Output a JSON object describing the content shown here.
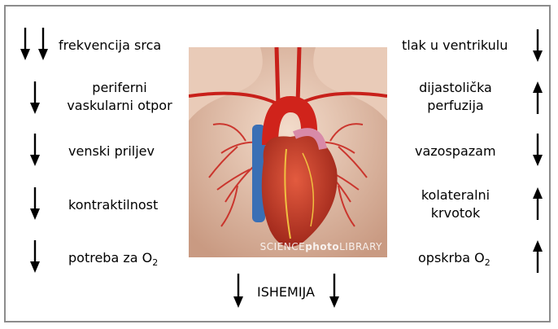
{
  "left": {
    "rows": [
      {
        "label": "frekvencija srca",
        "arrows": [
          "down",
          "down"
        ]
      },
      {
        "label_line1": "periferni",
        "label_line2": "vaskularni otpor",
        "arrows": [
          "down"
        ]
      },
      {
        "label": "venski priljev",
        "arrows": [
          "down"
        ]
      },
      {
        "label": "kontraktilnost",
        "arrows": [
          "down"
        ]
      },
      {
        "label_pre": "potreba za O",
        "label_sub": "2",
        "arrows": [
          "down"
        ]
      }
    ]
  },
  "right": {
    "rows": [
      {
        "label": "tlak u ventrikulu",
        "arrows": [
          "down"
        ]
      },
      {
        "label_line1": "dijastolička",
        "label_line2": "perfuzija",
        "arrows": [
          "up"
        ]
      },
      {
        "label": "vazospazam",
        "arrows": [
          "down"
        ]
      },
      {
        "label_line1": "kolateralni",
        "label_line2": "krvotok",
        "arrows": [
          "up"
        ]
      },
      {
        "label_pre": "opskrba O",
        "label_sub": "2",
        "arrows": [
          "up"
        ]
      }
    ]
  },
  "bottom": {
    "label": "ISHEMIJA",
    "arrows": [
      "down",
      "down"
    ]
  },
  "image": {
    "watermark_light": "SCIENCE",
    "watermark_bold": "photo",
    "watermark_tail": "LIBRARY"
  },
  "colors": {
    "arrow": "#000000",
    "frame": "#8c8c8c",
    "artery": "#c8201a",
    "vein": "#3a6fb5"
  }
}
